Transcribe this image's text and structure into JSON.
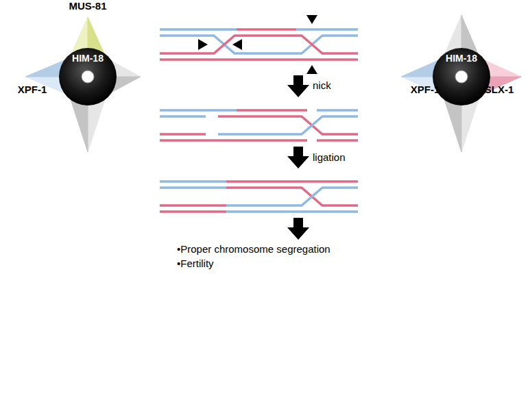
{
  "diagram": {
    "nodes": [
      {
        "text": [
          "MUS-81",
          "XPF-1"
        ]
      },
      {
        "text": [
          "HIM-18"
        ],
        "in": 0
      },
      {
        "text": [
          "XPF-1",
          "SLX-1"
        ]
      },
      {
        "text": [
          "HIM-18"
        ],
        "in": 2
      }
    ],
    "labels": [
      "nick",
      "ligation",
      "•Proper chromosome segregation",
      "•Fertility"
    ]
  }
}
